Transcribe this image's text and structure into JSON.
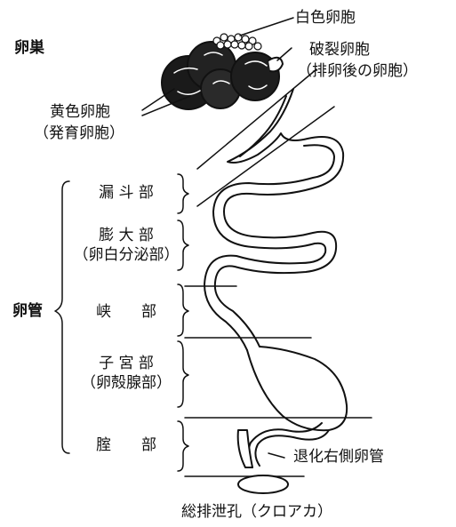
{
  "labels": {
    "ovary": "卵巣",
    "white_follicle": "白色卵胞",
    "ruptured_follicle": "破裂卵胞",
    "ruptured_follicle_note": "（排卵後の卵胞）",
    "yellow_follicle": "黄色卵胞",
    "yellow_follicle_note": "（発育卵胞）",
    "oviduct": "卵管",
    "regressed_right_oviduct": "退化右側卵管",
    "cloaca": "総排泄孔（クロアカ）"
  },
  "sections": [
    {
      "name": "漏 斗 部",
      "note": ""
    },
    {
      "name": "膨 大 部",
      "note": "（卵白分泌部）"
    },
    {
      "name": "峡　　部",
      "note": ""
    },
    {
      "name": "子 宮 部",
      "note": "（卵殻腺部）"
    },
    {
      "name": "腟　　部",
      "note": ""
    }
  ]
}
